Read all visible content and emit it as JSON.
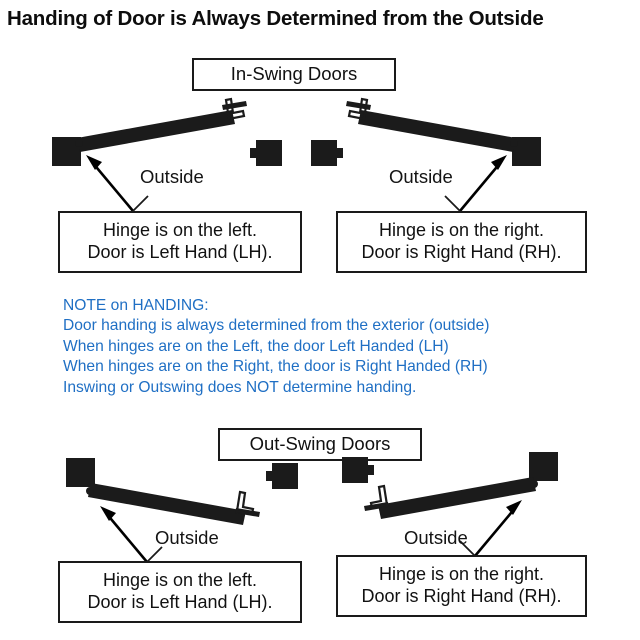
{
  "page": {
    "title": "Handing of Door is Always Determined from the Outside",
    "background": "#ffffff",
    "ink": "#1a1a1a",
    "note_color": "#1f6fc4"
  },
  "sections": [
    {
      "id": "in-swing",
      "label": "In-Swing Doors"
    },
    {
      "id": "out-swing",
      "label": "Out-Swing Doors"
    }
  ],
  "outside_labels": [
    {
      "id": "inswing-left",
      "text": "Outside"
    },
    {
      "id": "inswing-right",
      "text": "Outside"
    },
    {
      "id": "outswing-left",
      "text": "Outside"
    },
    {
      "id": "outswing-right",
      "text": "Outside"
    }
  ],
  "callouts": [
    {
      "id": "inswing-left",
      "line1": "Hinge is on the left.",
      "line2": "Door is Left Hand (LH)."
    },
    {
      "id": "inswing-right",
      "line1": "Hinge is on the right.",
      "line2": "Door is Right Hand (RH)."
    },
    {
      "id": "outswing-left",
      "line1": "Hinge is on the left.",
      "line2": "Door is Left Hand (LH)."
    },
    {
      "id": "outswing-right",
      "line1": "Hinge is on the right.",
      "line2": "Door is Right Hand (RH)."
    }
  ],
  "note": {
    "heading": "NOTE on HANDING:",
    "lines": [
      "Door handing is always determined from the exterior (outside)",
      "When hinges are on the Left, the door Left Handed (LH)",
      "When hinges are on the Right, the door is Right Handed (RH)",
      "Inswing or Outswing does NOT determine handing."
    ]
  },
  "diagram": {
    "door_leaf_color": "#1b1b1b",
    "jamb_color": "#1b1b1b",
    "arrow_color": "#000000",
    "plans": [
      {
        "id": "inswing-left-door",
        "swing": "in",
        "hinge_side": "left",
        "hand": "LH"
      },
      {
        "id": "inswing-right-door",
        "swing": "in",
        "hinge_side": "right",
        "hand": "RH"
      },
      {
        "id": "outswing-left-door",
        "swing": "out",
        "hinge_side": "left",
        "hand": "LH"
      },
      {
        "id": "outswing-right-door",
        "swing": "out",
        "hinge_side": "right",
        "hand": "RH"
      }
    ]
  }
}
